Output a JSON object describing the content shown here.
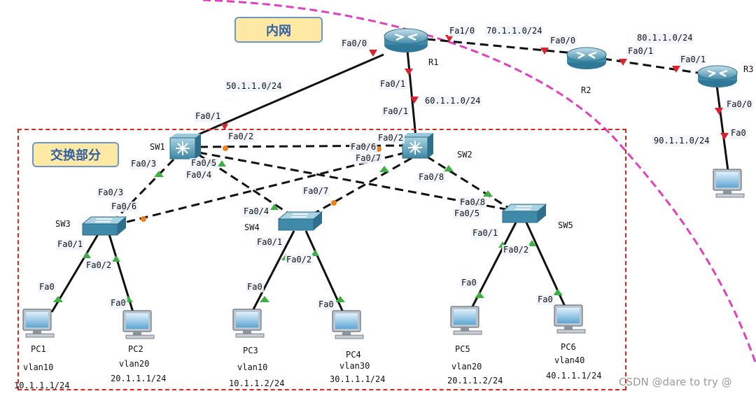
{
  "zones": {
    "intranet": "内网",
    "switching": "交换部分"
  },
  "devices": {
    "r1": "R1",
    "r2": "R2",
    "r3": "R3",
    "sw1": "SW1",
    "sw2": "SW2",
    "sw3": "SW3",
    "sw4": "SW4",
    "sw5": "SW5"
  },
  "pcs": [
    {
      "name": "PC1",
      "vlan": "vlan10",
      "ip": "10.1.1.1/24"
    },
    {
      "name": "PC2",
      "vlan": "vlan20",
      "ip": "20.1.1.1/24"
    },
    {
      "name": "PC3",
      "vlan": "vlan10",
      "ip": "10.1.1.2/24"
    },
    {
      "name": "PC4",
      "vlan": "vlan30",
      "ip": "30.1.1.1/24"
    },
    {
      "name": "PC5",
      "vlan": "vlan20",
      "ip": "20.1.1.2/24"
    },
    {
      "name": "PC6",
      "vlan": "vlan40",
      "ip": "40.1.1.1/24"
    }
  ],
  "subnets": {
    "r1_r2": "70.1.1.0/24",
    "r2_r3": "80.1.1.0/24",
    "r1_sw1": "50.1.1.0/24",
    "r1_sw2": "60.1.1.0/24",
    "r3_pc": "90.1.1.0/24"
  },
  "ports": {
    "r1_fa00": "Fa0/0",
    "r1_fa10": "Fa1/0",
    "r1_fa01": "Fa0/1",
    "r2_fa00": "Fa0/0",
    "r2_fa01": "Fa0/1",
    "r3_fa01": "Fa0/1",
    "r3_fa00": "Fa0/0",
    "r3pc_fa0": "Fa0",
    "sw1_fa01": "Fa0/1",
    "sw1_fa02": "Fa0/2",
    "sw1_fa03": "Fa0/3",
    "sw1_fa05": "Fa0/5",
    "sw1_fa04": "Fa0/4",
    "sw2_fa01": "Fa0/1",
    "sw2_fa02": "Fa0/2",
    "sw2_fa06": "Fa0/6",
    "sw2_fa07": "Fa0/7",
    "sw2_fa08": "Fa0/8",
    "sw3_fa03": "Fa0/3",
    "sw3_fa06": "Fa0/6",
    "sw3_fa01": "Fa0/1",
    "sw3_fa02": "Fa0/2",
    "sw4_fa07": "Fa0/7",
    "sw4_fa04": "Fa0/4",
    "sw4_fa01": "Fa0/1",
    "sw4_fa02": "Fa0/2",
    "sw5_fa08": "Fa0/8",
    "sw5_fa05": "Fa0/5",
    "sw5_fa01": "Fa0/1",
    "sw5_fa02": "Fa0/2",
    "pc1_fa0": "Fa0",
    "pc2_fa0": "Fa0",
    "pc3_fa0": "Fa0",
    "pc4_fa0": "Fa0",
    "pc5_fa0": "Fa0",
    "pc6_fa0": "Fa0"
  },
  "watermark": "CSDN @dare to try @",
  "colors": {
    "boundary": "#e040c0",
    "zone_border": "#e0231c",
    "link_up": "#3cb043",
    "link_down": "#d9232e",
    "link_blocked": "#f07f1c"
  },
  "icons": {
    "router": "router-icon",
    "l3switch": "multilayer-switch-icon",
    "l2switch": "switch-icon",
    "pc": "pc-icon"
  }
}
